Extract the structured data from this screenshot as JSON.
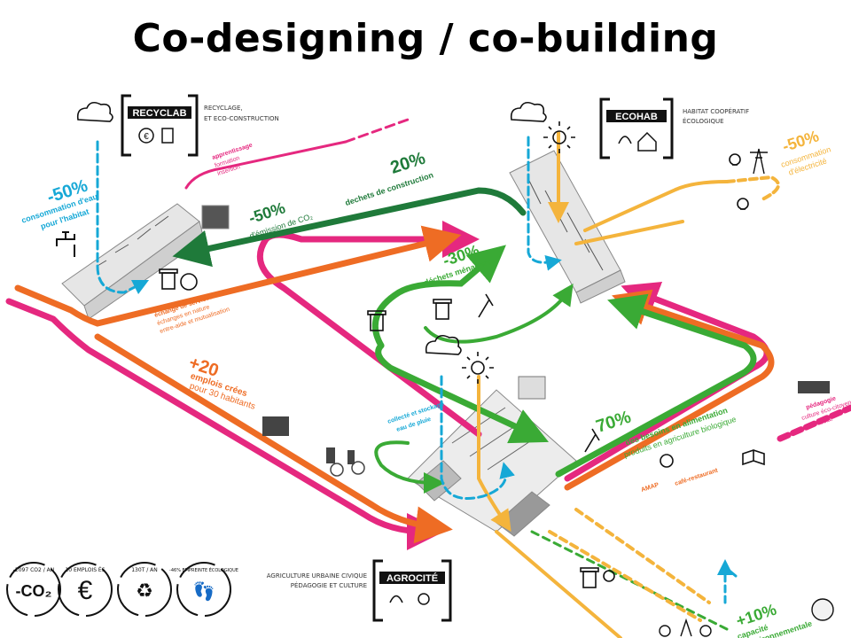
{
  "title": "Co-designing / co-building",
  "colors": {
    "magenta": "#e5287f",
    "orange": "#ee6c24",
    "green": "#3aaa35",
    "dark_green": "#1f7a3a",
    "yellow": "#f4b43c",
    "cyan": "#16a8d6",
    "gray": "#8a8a8a"
  },
  "hubs": {
    "recyclab": {
      "name": "RECYCLAB",
      "line1": "RECYCLAGE,",
      "line2": "ET ECO-CONSTRUCTION"
    },
    "ecohab": {
      "name": "ECOHAB",
      "line1": "HABITAT COOPÉRATIF",
      "line2": "ÉCOLOGIQUE"
    },
    "agrocite": {
      "name": "AGROCITÉ",
      "line1": "AGRICULTURE URBAINE CIVIQUE",
      "line2": "PÉDAGOGIE ET CULTURE"
    }
  },
  "annotations": {
    "water": {
      "value": "-50%",
      "line1": "consommation d'eau",
      "line2": "pour l'habitat"
    },
    "co2": {
      "value": "-50%",
      "line1": "d'émission de CO₂"
    },
    "construction": {
      "value": "20%",
      "line1": "dechets de construction"
    },
    "menagers": {
      "value": "-30%",
      "line1": "déchets ménagers"
    },
    "electricite": {
      "value": "-50%",
      "line1": "consommation",
      "line2": "d'électricité"
    },
    "emplois": {
      "value": "+20",
      "line1": "emplois crées",
      "line2": "pour 30 habitants"
    },
    "alimentation": {
      "value": "70%",
      "line1": "des besoins en alimentation",
      "line2": "produits en agriculture biologique"
    },
    "capacite": {
      "value": "+10%",
      "line1": "capacité",
      "line2": "environnementale"
    },
    "apprentissage": {
      "line1": "apprentissage",
      "line2": "formation",
      "line3": "insertion"
    },
    "services": {
      "line1": "échange de services",
      "line2": "échanges en nature",
      "line3": "entre-aide et mutualisation"
    },
    "collecte": {
      "line1": "collecté et stockage",
      "line2": "eau de pluie"
    },
    "amap": "AMAP",
    "cafe": "café-restaurant",
    "pedagogie": {
      "line1": "pédagogie",
      "line2": "culture éco-citoyenne",
      "line3": "lien social"
    }
  },
  "badges": [
    {
      "icon": "co2-icon",
      "ring": "-2097 CO2 / AN",
      "center": "-CO₂"
    },
    {
      "icon": "euro-icon",
      "ring": "10 EMPLOIS ÉS",
      "center": "€"
    },
    {
      "icon": "recycle-bin-icon",
      "ring": "130T / AN",
      "center": "♻"
    },
    {
      "icon": "footprint-icon",
      "ring": "-46% EMPREINTE ÉCOLOGIQUE",
      "center": "👣"
    }
  ]
}
